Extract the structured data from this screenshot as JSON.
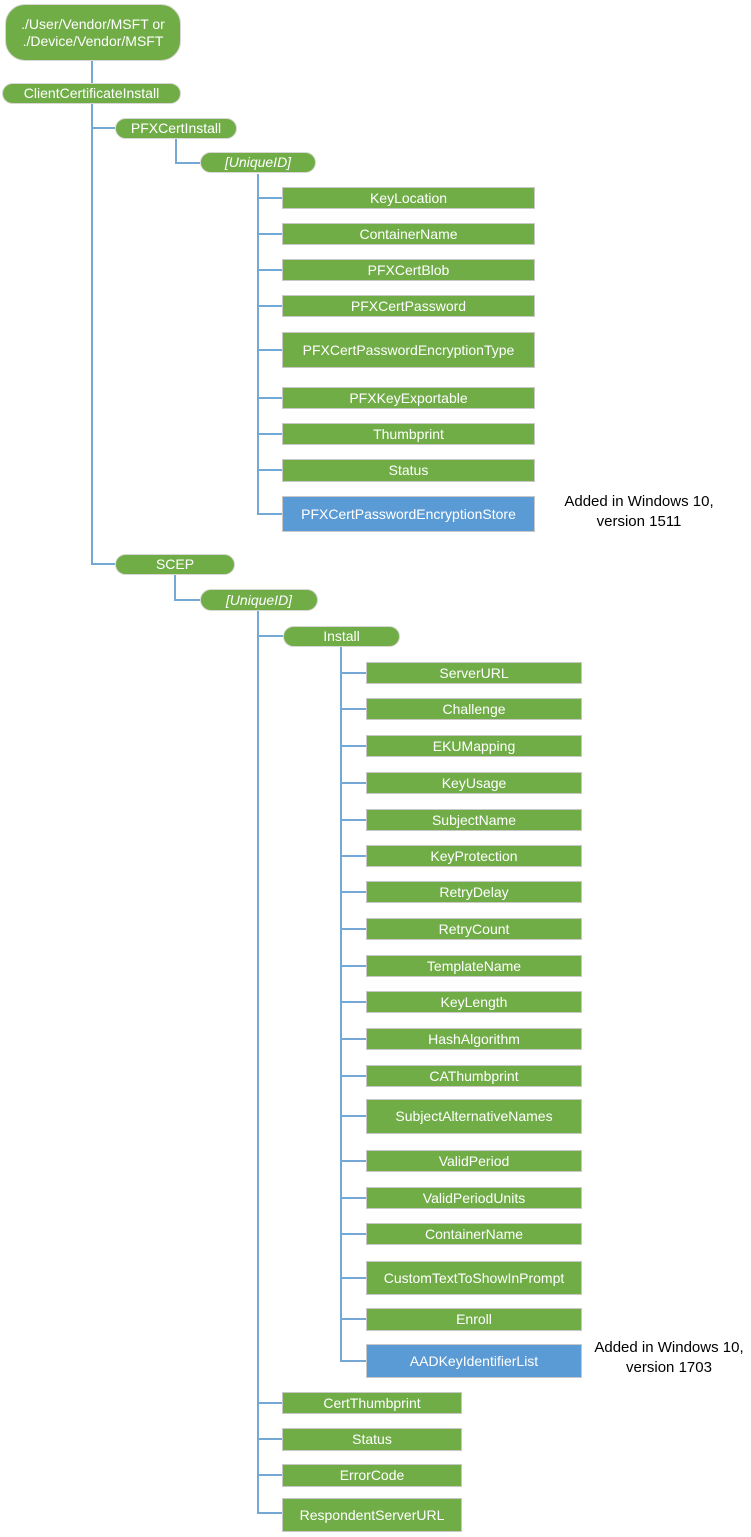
{
  "tree": {
    "root": {
      "line1": "./User/Vendor/MSFT or",
      "line2": "./Device/Vendor/MSFT"
    },
    "client_certificate_install": "ClientCertificateInstall",
    "pfx_cert_install": "PFXCertInstall",
    "pfx_unique_id": "[UniqueID]",
    "scep": "SCEP",
    "scep_unique_id": "[UniqueID]",
    "install": "Install",
    "pfx_leaves": [
      {
        "label": "KeyLocation",
        "highlighted": false
      },
      {
        "label": "ContainerName",
        "highlighted": false
      },
      {
        "label": "PFXCertBlob",
        "highlighted": false
      },
      {
        "label": "PFXCertPassword",
        "highlighted": false
      },
      {
        "label": "PFXCertPasswordEncryptionType",
        "highlighted": false
      },
      {
        "label": "PFXKeyExportable",
        "highlighted": false
      },
      {
        "label": "Thumbprint",
        "highlighted": false
      },
      {
        "label": "Status",
        "highlighted": false
      },
      {
        "label": "PFXCertPasswordEncryptionStore",
        "highlighted": true
      }
    ],
    "install_leaves": [
      {
        "label": "ServerURL",
        "highlighted": false
      },
      {
        "label": "Challenge",
        "highlighted": false
      },
      {
        "label": "EKUMapping",
        "highlighted": false
      },
      {
        "label": "KeyUsage",
        "highlighted": false
      },
      {
        "label": "SubjectName",
        "highlighted": false
      },
      {
        "label": "KeyProtection",
        "highlighted": false
      },
      {
        "label": "RetryDelay",
        "highlighted": false
      },
      {
        "label": "RetryCount",
        "highlighted": false
      },
      {
        "label": "TemplateName",
        "highlighted": false
      },
      {
        "label": "KeyLength",
        "highlighted": false
      },
      {
        "label": "HashAlgorithm",
        "highlighted": false
      },
      {
        "label": "CAThumbprint",
        "highlighted": false
      },
      {
        "label": "SubjectAlternativeNames",
        "highlighted": false
      },
      {
        "label": "ValidPeriod",
        "highlighted": false
      },
      {
        "label": "ValidPeriodUnits",
        "highlighted": false
      },
      {
        "label": "ContainerName",
        "highlighted": false
      },
      {
        "label": "CustomTextToShowInPrompt",
        "highlighted": false
      },
      {
        "label": "Enroll",
        "highlighted": false
      },
      {
        "label": "AADKeyIdentifierList",
        "highlighted": true
      }
    ],
    "scep_uniqueid_leaves": [
      {
        "label": "CertThumbprint",
        "highlighted": false
      },
      {
        "label": "Status",
        "highlighted": false
      },
      {
        "label": "ErrorCode",
        "highlighted": false
      },
      {
        "label": "RespondentServerURL",
        "highlighted": false
      }
    ],
    "annotations": [
      {
        "line1": "Added in Windows 10,",
        "line2": "version 1511"
      },
      {
        "line1": "Added in Windows 10,",
        "line2": "version 1703"
      }
    ],
    "colors": {
      "node_green": "#70AD47",
      "node_blue": "#5B9BD5",
      "connector_blue": "#74A9D6",
      "annotation_text": "#000000",
      "node_text": "#ffffff"
    }
  }
}
